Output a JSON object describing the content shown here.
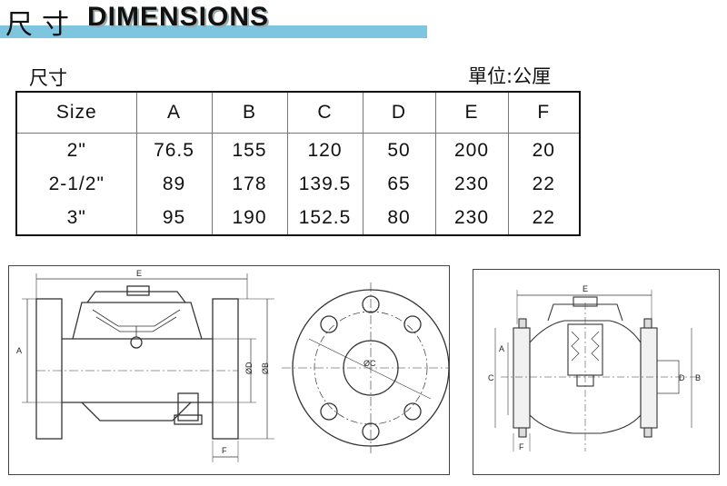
{
  "header": {
    "title_cn": "尺寸",
    "title_en": "DIMENSIONS"
  },
  "labels": {
    "left": "尺寸",
    "unit": "單位:公厘"
  },
  "table": {
    "columns": [
      "Size",
      "A",
      "B",
      "C",
      "D",
      "E",
      "F"
    ],
    "rows": [
      [
        "2\"",
        "76.5",
        "155",
        "120",
        "50",
        "200",
        "20"
      ],
      [
        "2-1/2\"",
        "89",
        "178",
        "139.5",
        "65",
        "230",
        "22"
      ],
      [
        "3\"",
        "95",
        "190",
        "152.5",
        "80",
        "230",
        "22"
      ]
    ]
  },
  "drawing_left": {
    "labels": {
      "e": "E",
      "a": "A",
      "d": "ØD",
      "b": "ØB",
      "c": "ØC",
      "f": "F"
    }
  },
  "drawing_right": {
    "labels": {
      "e": "E",
      "a": "A",
      "c": "C",
      "d": "D",
      "b": "B",
      "f": "F"
    }
  },
  "colors": {
    "header_bar": "#7ec6e0"
  }
}
